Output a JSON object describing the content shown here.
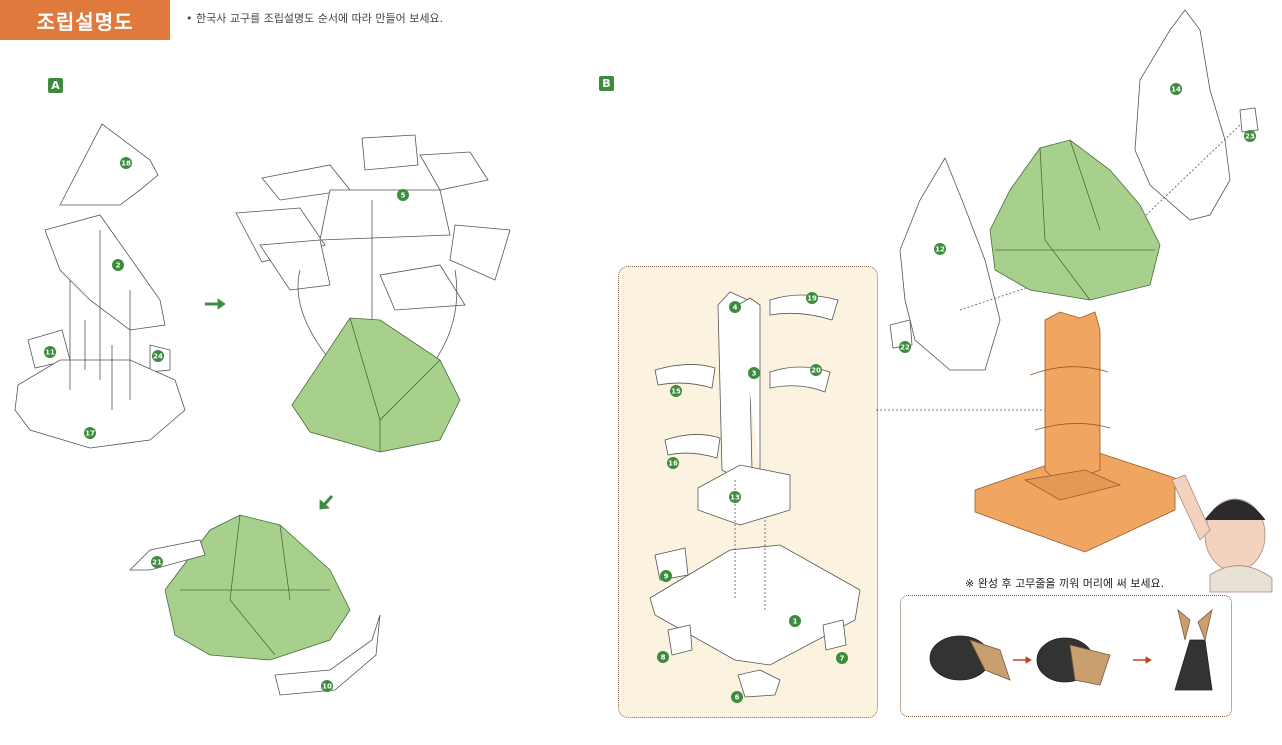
{
  "header": {
    "title": "조립설명도",
    "instruction": "• 한국사 교구를 조립설명도 순서에 따라 만들어 보세요."
  },
  "sections": {
    "a_label": "A",
    "b_label": "B"
  },
  "parts": {
    "p18": "18",
    "p2": "2",
    "p11": "11",
    "p24": "24",
    "p17": "17",
    "p5": "5",
    "p21": "21",
    "p10": "10",
    "p4": "4",
    "p19": "19",
    "p3": "3",
    "p20": "20",
    "p15": "15",
    "p16": "16",
    "p13": "13",
    "p9": "9",
    "p1": "1",
    "p8": "8",
    "p7": "7",
    "p6": "6",
    "p14": "14",
    "p23": "23",
    "p12": "12",
    "p22": "22"
  },
  "note": "※  완성 후 고무줄을 끼워 머리에 써 보세요.",
  "colors": {
    "accent_orange": "#e07a3c",
    "part_green": "#a8d08d",
    "badge_green": "#3d8b3d",
    "base_orange": "#f0a560",
    "panel_tan": "#fbf3df"
  }
}
